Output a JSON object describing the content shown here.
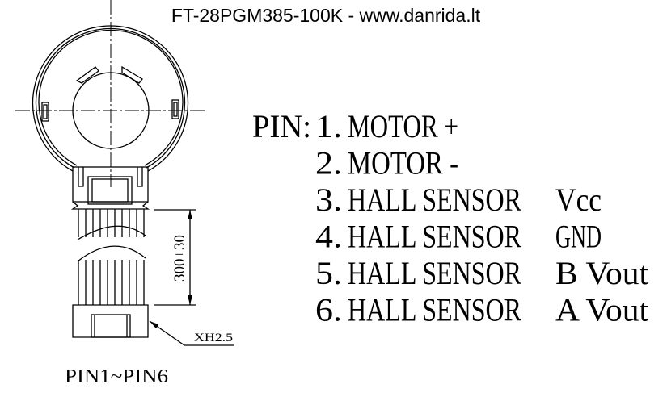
{
  "title": "FT-28PGM385-100K - www.danrida.lt",
  "drawing": {
    "length_dimension": "300±30",
    "connector_label": "XH2.5",
    "pin_range_label": "PIN1~PIN6"
  },
  "pinout": {
    "prefix": "PIN:",
    "pins": [
      {
        "num": "1.",
        "desc": "MOTOR +",
        "signal": ""
      },
      {
        "num": "2.",
        "desc": "MOTOR -",
        "signal": ""
      },
      {
        "num": "3.",
        "desc": "HALL SENSOR",
        "signal": "Vcc"
      },
      {
        "num": "4.",
        "desc": "HALL SENSOR",
        "signal": "GND"
      },
      {
        "num": "5.",
        "desc": "HALL SENSOR",
        "signal": "B Vout"
      },
      {
        "num": "6.",
        "desc": "HALL SENSOR",
        "signal": "A Vout"
      }
    ]
  }
}
